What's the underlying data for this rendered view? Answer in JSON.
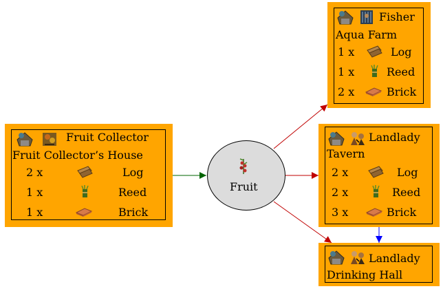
{
  "source": {
    "title": "Fruit Collector",
    "building": "Fruit Collector’s House",
    "materials": [
      {
        "qty": "2 x",
        "name": "Log",
        "icon": "log-icon"
      },
      {
        "qty": "1 x",
        "name": "Reed",
        "icon": "reed-icon"
      },
      {
        "qty": "1 x",
        "name": "Brick",
        "icon": "brick-icon"
      }
    ]
  },
  "product": {
    "label": "Fruit",
    "icon": "fruit-icon"
  },
  "consumers": [
    {
      "title": "Fisher",
      "building": "Aqua Farm",
      "materials": [
        {
          "qty": "1 x",
          "name": "Log",
          "icon": "log-icon"
        },
        {
          "qty": "1 x",
          "name": "Reed",
          "icon": "reed-icon"
        },
        {
          "qty": "2 x",
          "name": "Brick",
          "icon": "brick-icon"
        }
      ]
    },
    {
      "title": "Landlady",
      "building": "Tavern",
      "materials": [
        {
          "qty": "2 x",
          "name": "Log",
          "icon": "log-icon"
        },
        {
          "qty": "2 x",
          "name": "Reed",
          "icon": "reed-icon"
        },
        {
          "qty": "3 x",
          "name": "Brick",
          "icon": "brick-icon"
        }
      ]
    },
    {
      "title": "Landlady",
      "building": "Drinking Hall",
      "materials": []
    }
  ],
  "colors": {
    "node_fill": "#ffa500",
    "ellipse_fill": "#dcdcdc",
    "edge_green": "#006400",
    "edge_red": "#c00000",
    "edge_blue": "#0000ff"
  }
}
